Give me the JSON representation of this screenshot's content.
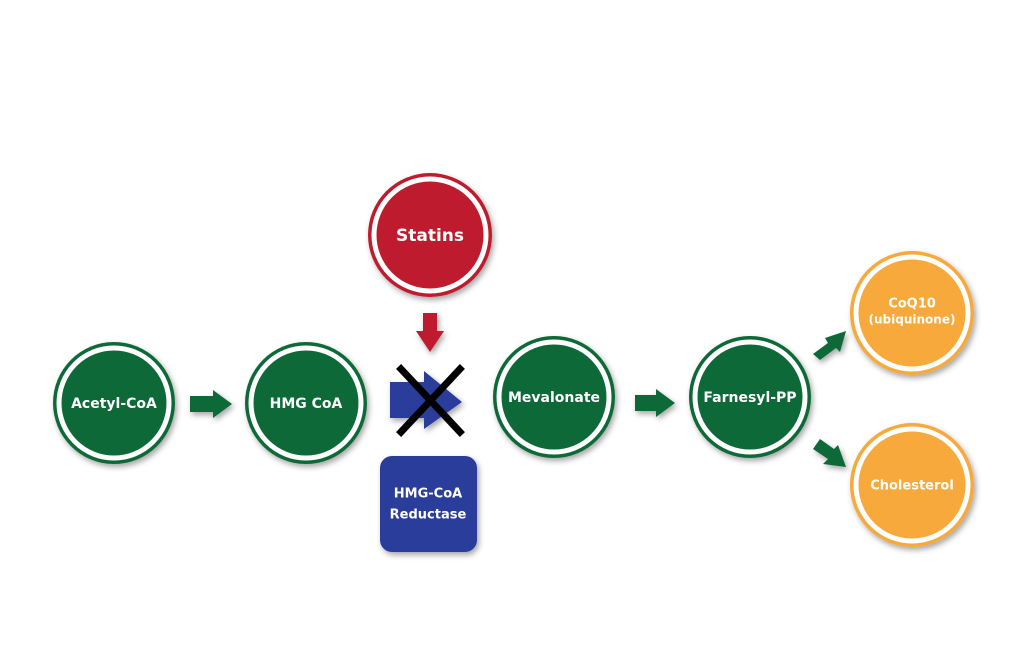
{
  "diagram": {
    "nodes": {
      "acetyl_coa": {
        "label": "Acetyl-CoA"
      },
      "hmg_coa": {
        "label": "HMG CoA"
      },
      "statins": {
        "label": "Statins"
      },
      "mevalonate": {
        "label": "Mevalonate"
      },
      "farnesyl_pp": {
        "label": "Farnesyl-PP"
      },
      "coq10": {
        "label_line1": "CoQ10",
        "label_line2": "(ubiquinone)"
      },
      "cholesterol": {
        "label": "Cholesterol"
      },
      "hmg_coa_reductase": {
        "label_line1": "HMG-CoA",
        "label_line2": "Reductase"
      }
    },
    "colors": {
      "pathway_green": "#0f6a37",
      "statin_red": "#be1e2d",
      "product_orange": "#f7a93b",
      "enzyme_blue": "#2a3d9b",
      "inhibition_x": "#000000"
    }
  }
}
